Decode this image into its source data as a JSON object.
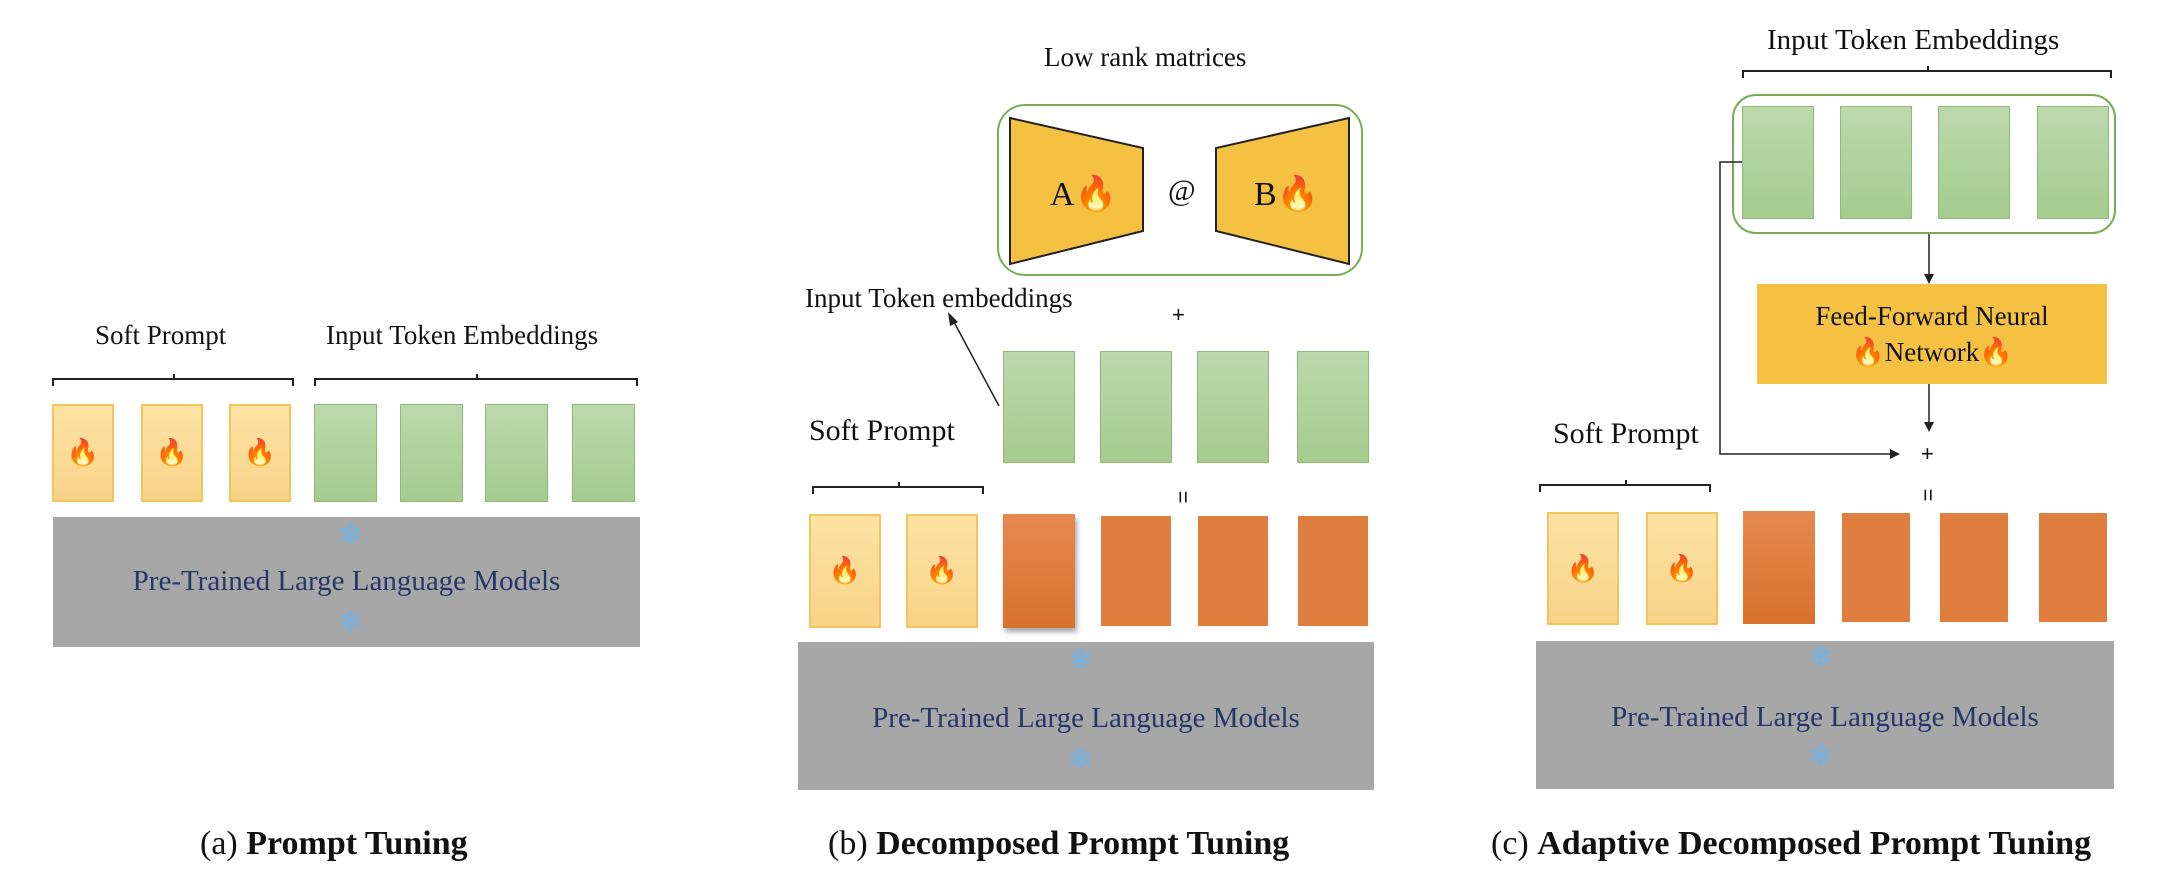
{
  "panel_a": {
    "soft_prompt_label": "Soft Prompt",
    "input_label": "Input Token Embeddings",
    "model_label": "Pre-Trained Large Language Models",
    "caption_prefix": "(a) ",
    "caption_bold": "Prompt Tuning"
  },
  "panel_b": {
    "low_rank_label": "Low rank matrices",
    "matrix_a": "A",
    "matrix_b": "B",
    "matmul_symbol": "@",
    "input_label": "Input Token embeddings",
    "plus_symbol": "+",
    "equals_symbol": "=",
    "soft_prompt_label": "Soft Prompt",
    "model_label": "Pre-Trained Large Language Models",
    "caption_prefix": "(b) ",
    "caption_bold": "Decomposed Prompt Tuning"
  },
  "panel_c": {
    "input_label": "Input Token Embeddings",
    "ffn_line1": "Feed-Forward Neural",
    "ffn_line2": "Network",
    "plus_symbol": "+",
    "equals_symbol": "=",
    "soft_prompt_label": "Soft Prompt",
    "model_label": "Pre-Trained Large Language Models",
    "caption_prefix": "(c) ",
    "caption_bold": "Adaptive Decomposed Prompt Tuning"
  },
  "icons": {
    "fire": "🔥",
    "snowflake": "❄"
  },
  "colors": {
    "soft_prompt": "#f8d389",
    "embedding": "#a5cb8e",
    "decomposed_output": "#df7e3f",
    "model": "#a7a7a7",
    "matrix": "#f4c142",
    "model_text": "#233868"
  }
}
